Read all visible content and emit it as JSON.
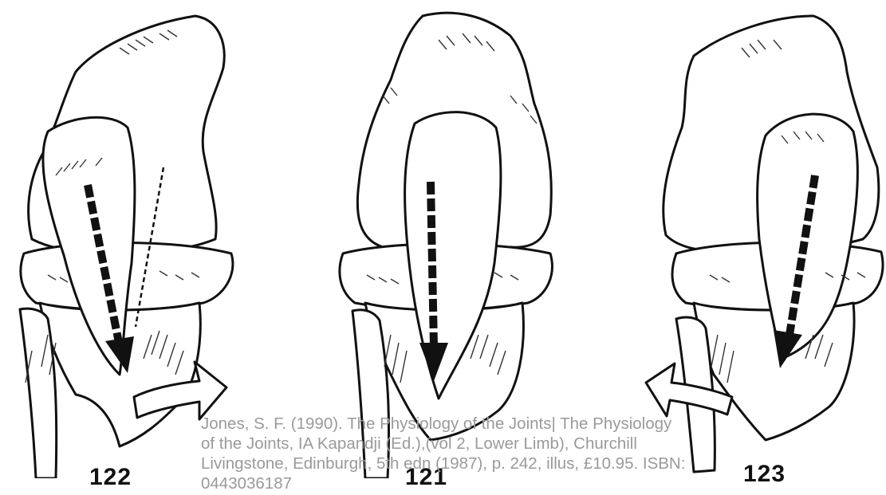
{
  "figures": [
    {
      "number": "122",
      "rotation_direction": "outward-right"
    },
    {
      "number": "121",
      "rotation_direction": "none"
    },
    {
      "number": "123",
      "rotation_direction": "outward-left"
    }
  ],
  "caption": "Jones, S. F. (1990). The Physiology of the Joints| The Physiology of the Joints, IA Kapandji (Ed.),(vol 2, Lower Limb), Churchill Livingstone, Edinburgh, 5th edn (1987), p. 242, illus, £10.95. ISBN: 0443036187"
}
